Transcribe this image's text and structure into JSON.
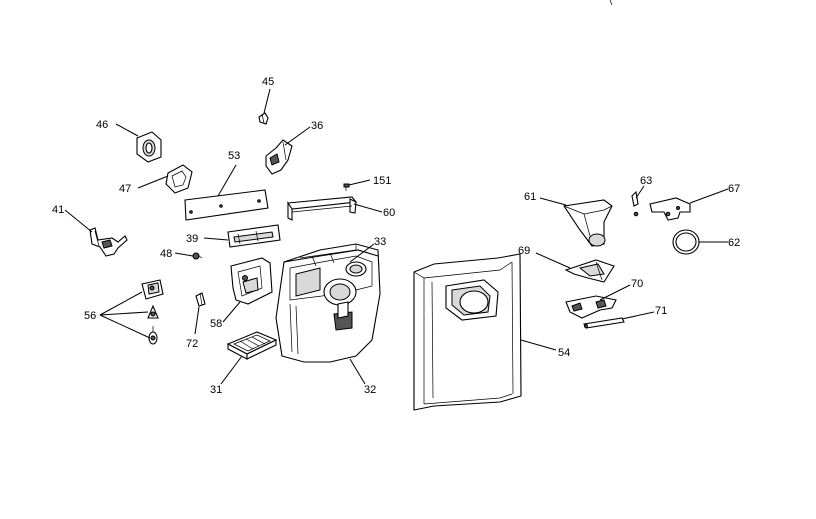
{
  "diagram": {
    "callouts": [
      "45",
      "46",
      "36",
      "53",
      "47",
      "151",
      "60",
      "41",
      "39",
      "48",
      "33",
      "56",
      "58",
      "72",
      "31",
      "32",
      "61",
      "63",
      "67",
      "62",
      "69",
      "70",
      "71",
      "54"
    ]
  }
}
